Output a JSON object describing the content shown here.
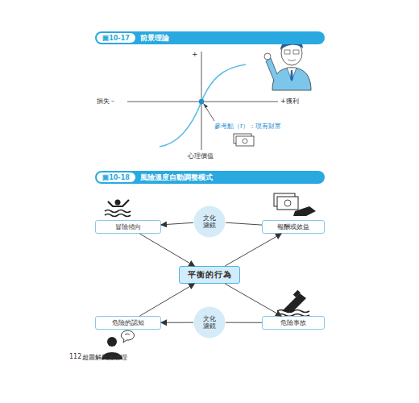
{
  "diagram": {
    "nodes": [
      {
        "text": [
          "前景理論"
        ]
      },
      {
        "text": [
          "圖10-17"
        ],
        "in": 0
      },
      {
        "text": [
          "風險溫度自動調整模式"
        ]
      },
      {
        "text": [
          "圖10-18"
        ],
        "in": 2
      },
      {
        "text": [
          "冒險傾向"
        ]
      },
      {
        "text": [
          "文化 濾鏡"
        ]
      },
      {
        "text": [
          "報酬或效益"
        ]
      },
      {
        "text": [
          "平衡的行為"
        ]
      },
      {
        "text": [
          "危險的認知"
        ]
      },
      {
        "text": [
          "文化 濾鏡"
        ]
      },
      {
        "text": [
          "危險事故"
        ]
      }
    ],
    "edges": [
      {
        "from": 6,
        "to": 5,
        "arrow": "none"
      },
      {
        "from": 5,
        "to": 4,
        "arrow": "to"
      },
      {
        "from": 4,
        "to": 7,
        "arrow": "to"
      },
      {
        "from": 7,
        "to": 6,
        "arrow": "to"
      },
      {
        "from": 7,
        "to": 10,
        "arrow": "to"
      },
      {
        "from": 10,
        "to": 9,
        "arrow": "none"
      },
      {
        "from": 9,
        "to": 8,
        "arrow": "to"
      },
      {
        "from": 8,
        "to": 7,
        "arrow": "to"
      }
    ],
    "labels": [
      "+",
      "損失－",
      "+獲利",
      "心理價值",
      "參考點（r）：現有財富",
      "112",
      "超圖解風險管理"
    ]
  }
}
